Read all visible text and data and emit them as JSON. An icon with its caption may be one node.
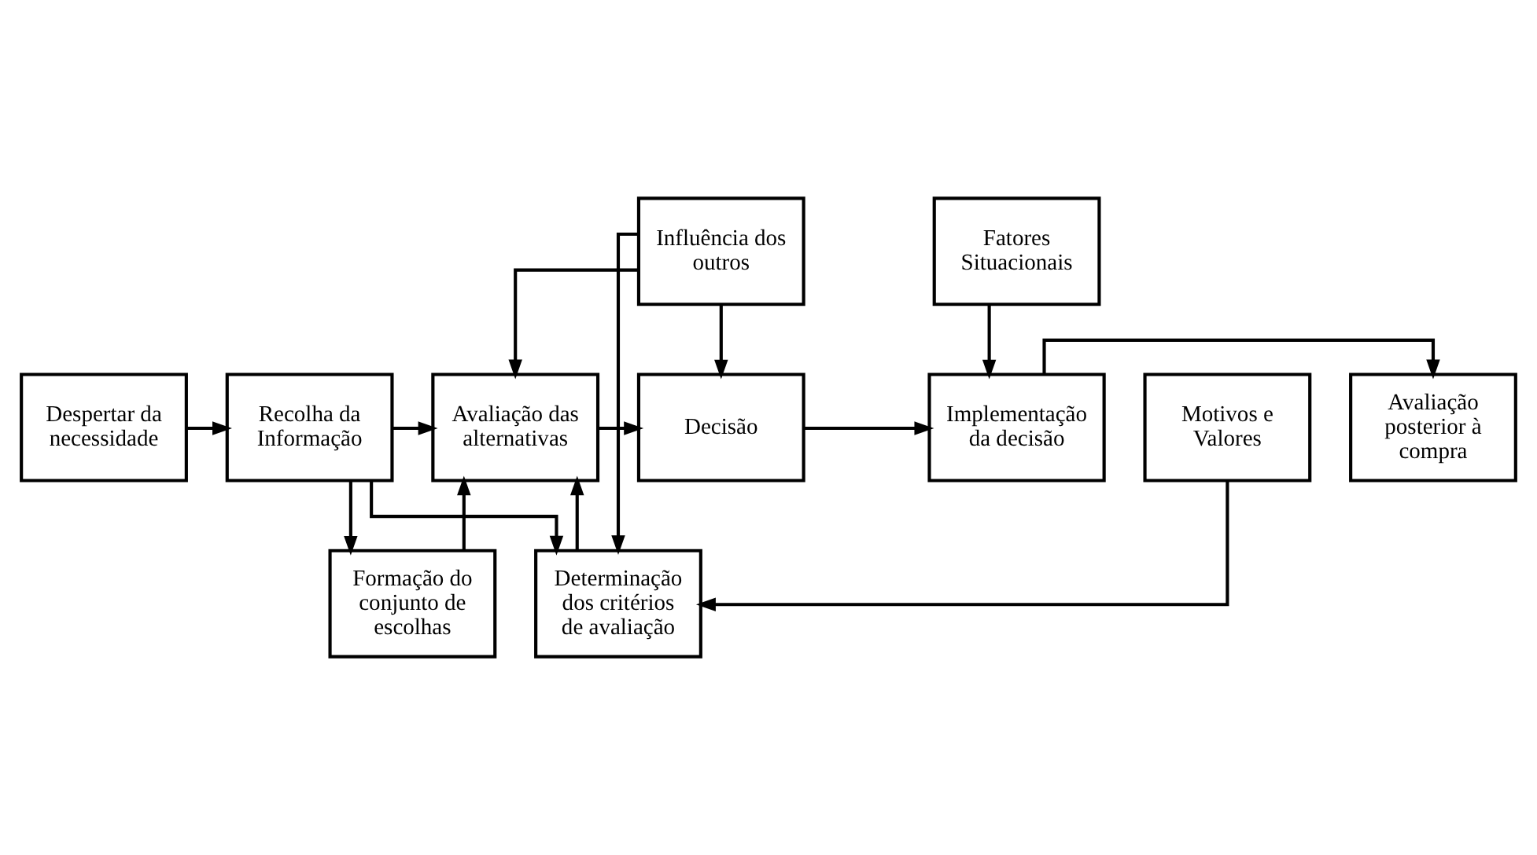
{
  "diagram": {
    "nodes": [
      {
        "text": [
          "Despertar da necessidade"
        ]
      },
      {
        "text": [
          "Recolha da Informação"
        ]
      },
      {
        "text": [
          "Avaliação das alternativas"
        ]
      },
      {
        "text": [
          "Decisão"
        ]
      },
      {
        "text": [
          "Implementação da decisão"
        ]
      },
      {
        "text": [
          "Avaliação posterior à compra"
        ]
      },
      {
        "text": [
          "Formação do conjunto de escolhas"
        ]
      },
      {
        "text": [
          "Motivos e Valores"
        ]
      },
      {
        "text": [
          "Influência dos outros"
        ]
      },
      {
        "text": [
          "Fatores Situacionais"
        ]
      },
      {
        "text": [
          "Determinação dos critérios de avaliação"
        ]
      }
    ],
    "edges": [
      {
        "from": 0,
        "to": 1,
        "arrow": "to"
      },
      {
        "from": 1,
        "to": 2,
        "arrow": "to"
      },
      {
        "from": 2,
        "to": 3,
        "arrow": "to"
      },
      {
        "from": 3,
        "to": 4,
        "arrow": "to"
      },
      {
        "from": 4,
        "to": 5,
        "arrow": "to"
      },
      {
        "from": 1,
        "to": 6,
        "arrow": "to"
      },
      {
        "from": 1,
        "to": 10,
        "arrow": "to"
      },
      {
        "from": 6,
        "to": 2,
        "arrow": "to"
      },
      {
        "from": 10,
        "to": 2,
        "arrow": "to"
      },
      {
        "from": 7,
        "to": 10,
        "arrow": "to"
      },
      {
        "from": 8,
        "to": 2,
        "arrow": "to"
      },
      {
        "from": 8,
        "to": 3,
        "arrow": "to"
      },
      {
        "from": 8,
        "to": 10,
        "arrow": "to"
      },
      {
        "from": 9,
        "to": 4,
        "arrow": "to"
      }
    ]
  }
}
